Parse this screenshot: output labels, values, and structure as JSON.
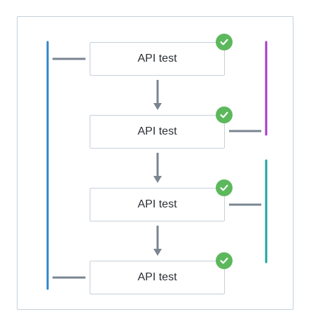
{
  "steps": [
    {
      "label": "API test",
      "status": "passed",
      "status_icon": "check-circle-icon"
    },
    {
      "label": "API test",
      "status": "passed",
      "status_icon": "check-circle-icon"
    },
    {
      "label": "API test",
      "status": "passed",
      "status_icon": "check-circle-icon"
    },
    {
      "label": "API test",
      "status": "passed",
      "status_icon": "check-circle-icon"
    }
  ],
  "colors": {
    "border": "#c5d0da",
    "connector": "#7a8591",
    "check": "#5cb85c",
    "group_blue": "#2f86c8",
    "group_purple": "#a63ac7",
    "group_teal": "#1aa6a0"
  }
}
